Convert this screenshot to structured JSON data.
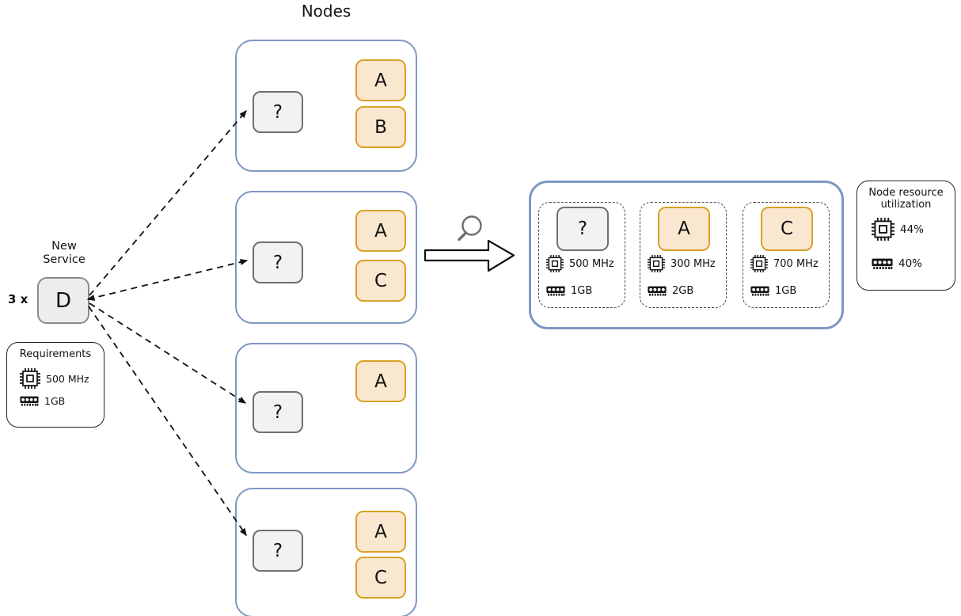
{
  "title": "Nodes",
  "new_service": {
    "label_line1": "New",
    "label_line2": "Service",
    "multiplier": "3 x",
    "name": "D"
  },
  "requirements": {
    "title": "Requirements",
    "cpu": "500 MHz",
    "ram": "1GB"
  },
  "nodes": [
    {
      "placeholder": "?",
      "services": [
        "A",
        "B"
      ]
    },
    {
      "placeholder": "?",
      "services": [
        "A",
        "C"
      ]
    },
    {
      "placeholder": "?",
      "services": [
        "A"
      ]
    },
    {
      "placeholder": "?",
      "services": [
        "A",
        "C"
      ]
    }
  ],
  "zoomed_node": {
    "pods": [
      {
        "label": "?",
        "cpu": "500 MHz",
        "ram": "1GB",
        "style": "placeholder"
      },
      {
        "label": "A",
        "cpu": "300 MHz",
        "ram": "2GB",
        "style": "service"
      },
      {
        "label": "C",
        "cpu": "700 MHz",
        "ram": "1GB",
        "style": "service"
      }
    ]
  },
  "utilization": {
    "title_line1": "Node resource",
    "title_line2": "utilization",
    "cpu": "44%",
    "ram": "40%"
  },
  "colors": {
    "node_border": "#7e97c3",
    "service_border": "#d7a226",
    "service_fill": "#fae7d0",
    "placeholder_fill": "#f2f2f2"
  }
}
